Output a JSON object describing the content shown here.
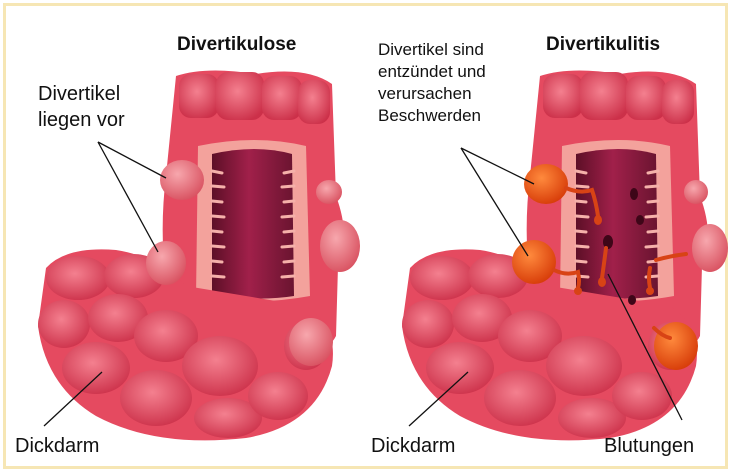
{
  "panels": [
    {
      "title": "Divertikulose",
      "callout": "Divertikel\nliegen vor",
      "bottom_label": "Dickdarm"
    },
    {
      "title": "Divertikulitis",
      "callout": "Divertikel sind\nentzündet und\nverursachen\nBeschwerden",
      "bottom_label": "Dickdarm",
      "bleeding_label": "Blutungen"
    }
  ],
  "colors": {
    "frame": "#f6e6b4",
    "colon_wall": "#e7485f",
    "colon_light": "#f07d8c",
    "colon_dark": "#c52a44",
    "lumen": "#8d1a3a",
    "mucosa": "#f3a29c",
    "diverticulum_normal": "#ef7d86",
    "diverticulum_inflamed": "#e8470d",
    "blood": "#d84315"
  }
}
